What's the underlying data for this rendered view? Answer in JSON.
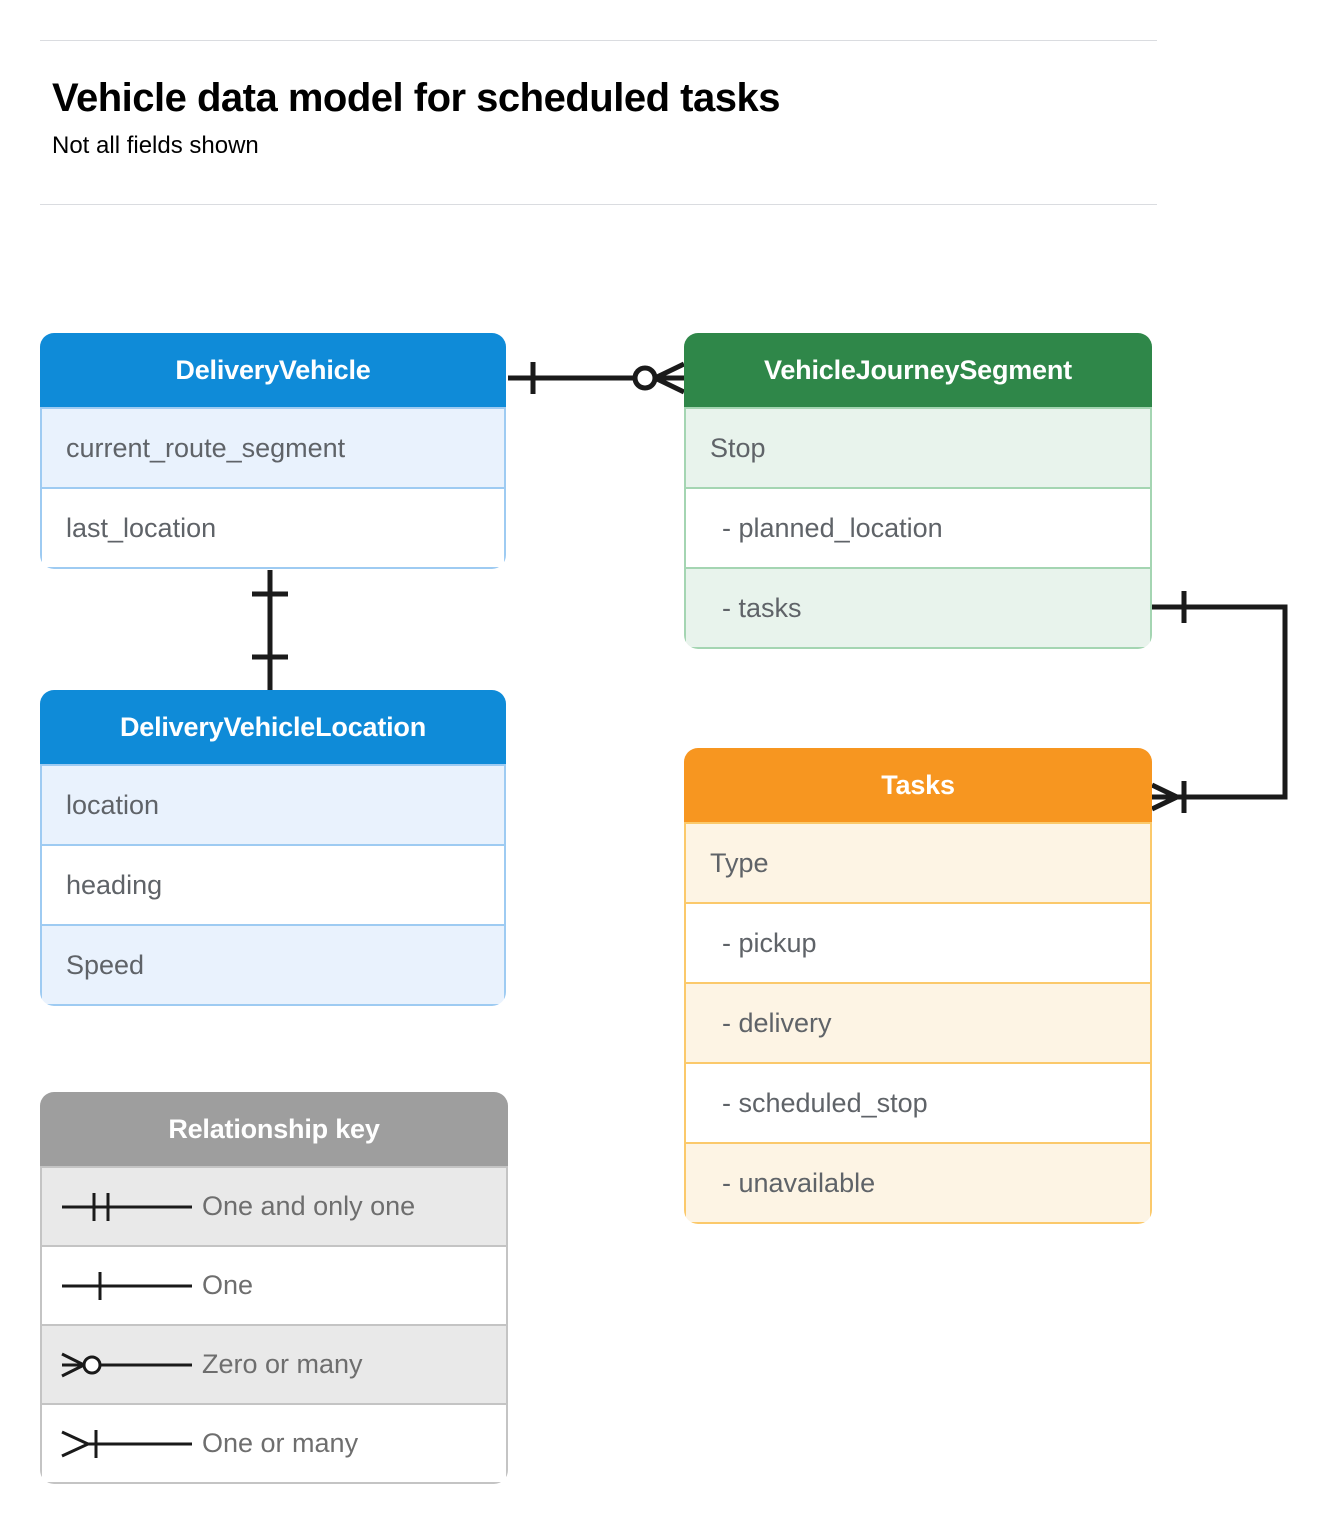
{
  "header": {
    "title": "Vehicle data model for scheduled tasks",
    "subtitle": "Not all fields shown"
  },
  "colors": {
    "blue_header": "#0f8bd8",
    "blue_row": "#e9f2fd",
    "blue_border": "#9ecbf2",
    "green_header": "#2f8749",
    "green_row": "#e8f3ec",
    "green_border": "#a4d5b2",
    "orange_header": "#f79620",
    "orange_row": "#fdf4e4",
    "orange_border": "#fbc96b",
    "gray_header": "#9e9e9e",
    "gray_row": "#e9e9e9",
    "gray_border": "#c4c4c4",
    "field_text": "#5f6368",
    "connector": "#1a1a1a",
    "rule": "#dadce0"
  },
  "entities": [
    {
      "id": "delivery-vehicle",
      "name": "DeliveryVehicle",
      "theme": "blue",
      "fields": [
        {
          "label": "current_route_segment",
          "sub": false
        },
        {
          "label": "last_location",
          "sub": false
        }
      ]
    },
    {
      "id": "vehicle-journey-segment",
      "name": "VehicleJourneySegment",
      "theme": "green",
      "fields": [
        {
          "label": "Stop",
          "sub": false
        },
        {
          "label": "-  planned_location",
          "sub": true
        },
        {
          "label": "- tasks",
          "sub": true
        }
      ]
    },
    {
      "id": "delivery-vehicle-location",
      "name": "DeliveryVehicleLocation",
      "theme": "blue",
      "fields": [
        {
          "label": "location",
          "sub": false
        },
        {
          "label": "heading",
          "sub": false
        },
        {
          "label": "Speed",
          "sub": false
        }
      ]
    },
    {
      "id": "tasks",
      "name": "Tasks",
      "theme": "orange",
      "fields": [
        {
          "label": "Type",
          "sub": false
        },
        {
          "label": "-  pickup",
          "sub": true
        },
        {
          "label": "-  delivery",
          "sub": true
        },
        {
          "label": "-  scheduled_stop",
          "sub": true
        },
        {
          "label": "-  unavailable",
          "sub": true
        }
      ]
    }
  ],
  "legend": {
    "title": "Relationship key",
    "rows": [
      {
        "symbol": "one-and-only-one-icon",
        "label": "One and only one"
      },
      {
        "symbol": "one-icon",
        "label": "One"
      },
      {
        "symbol": "zero-or-many-icon",
        "label": "Zero or many"
      },
      {
        "symbol": "one-or-many-icon",
        "label": "One or many"
      }
    ]
  },
  "relationships": [
    {
      "id": "deliveryvehicle-to-journeysegment",
      "from": "DeliveryVehicle",
      "to": "VehicleJourneySegment",
      "from_cardinality": "One",
      "to_cardinality": "Zero or many"
    },
    {
      "id": "deliveryvehicle-to-vehiclelocation",
      "from": "DeliveryVehicle",
      "to": "DeliveryVehicleLocation",
      "from_cardinality": "One",
      "to_cardinality": "One"
    },
    {
      "id": "journeysegment-tasks-to-tasks",
      "from": "VehicleJourneySegment.tasks",
      "to": "Tasks",
      "from_cardinality": "One",
      "to_cardinality": "One or many"
    }
  ]
}
